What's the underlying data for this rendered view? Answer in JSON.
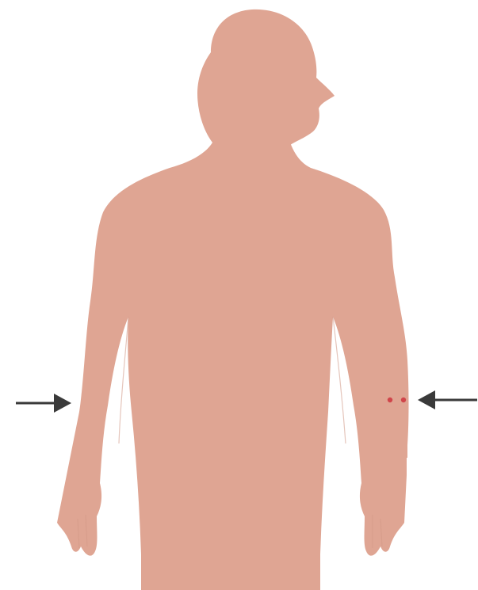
{
  "figure": {
    "subject": "human-silhouette",
    "colors": {
      "skin": "#DFA593",
      "marker": "#D0454A",
      "arrow": "#3A3A3A",
      "background": "#FFFFFF"
    },
    "arrows": [
      {
        "side": "left",
        "points_toward": "right-arm-of-figure",
        "icon": "arrow-right-icon"
      },
      {
        "side": "right",
        "points_toward": "left-forearm-of-figure",
        "icon": "arrow-left-icon"
      }
    ],
    "markers": {
      "count": 2,
      "location": "left forearm"
    }
  }
}
